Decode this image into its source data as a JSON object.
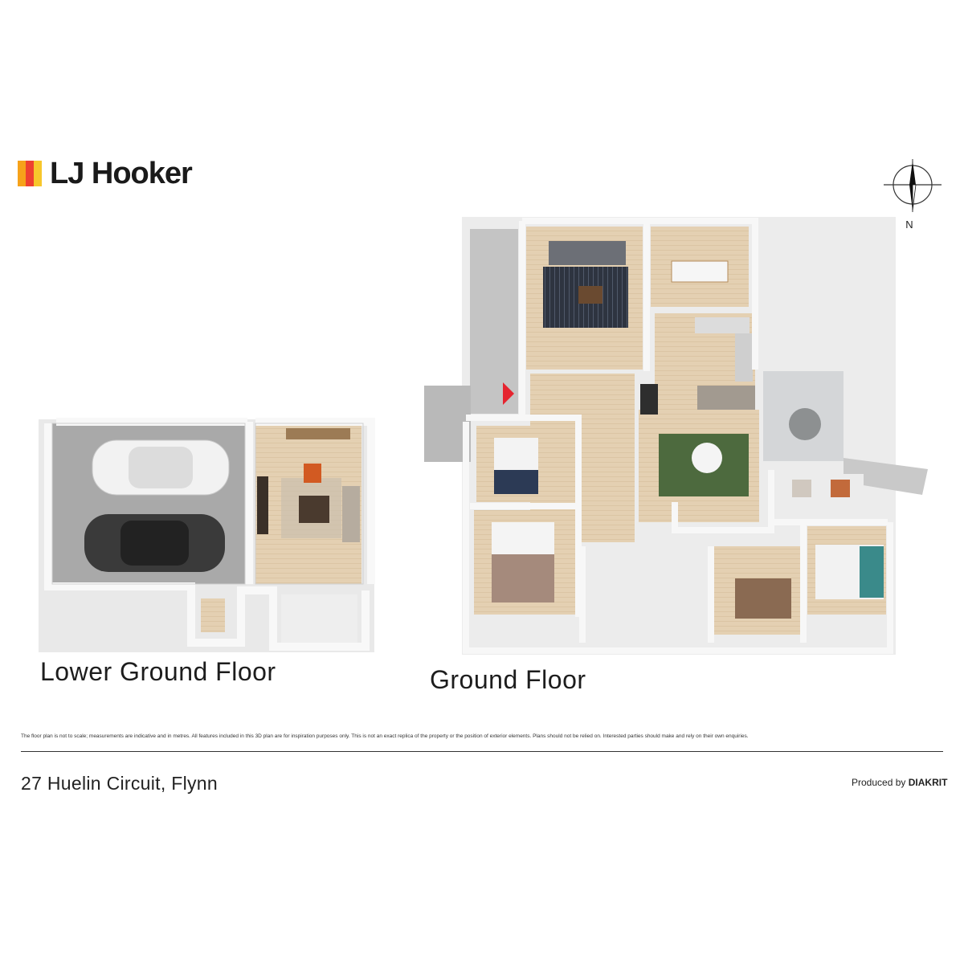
{
  "brand": {
    "name": "LJ Hooker",
    "bar_colors": [
      "#f6a21a",
      "#ee4130",
      "#f7c72c"
    ]
  },
  "compass": {
    "label": "N"
  },
  "floors": {
    "lower": "Lower Ground Floor",
    "ground": "Ground Floor"
  },
  "disclaimer": "The floor plan is not to scale; measurements are indicative and in metres. All features included in this 3D plan are for inspiration purposes only. This is not an exact replica of the property or the position of exterior elements. Plans should not be relied on. Interested parties should make and rely on their own enquiries.",
  "address": "27 Huelin Circuit, Flynn",
  "credit": {
    "prefix": "Produced by",
    "company": "DIAKRIT"
  },
  "colors": {
    "wall": "#f4f4f4",
    "floor": "#e3cfb1",
    "garage_floor": "#a8a8a8",
    "deck": "#c9c9c9",
    "tile": "#ececec",
    "entry_marker": "#e5242f"
  }
}
